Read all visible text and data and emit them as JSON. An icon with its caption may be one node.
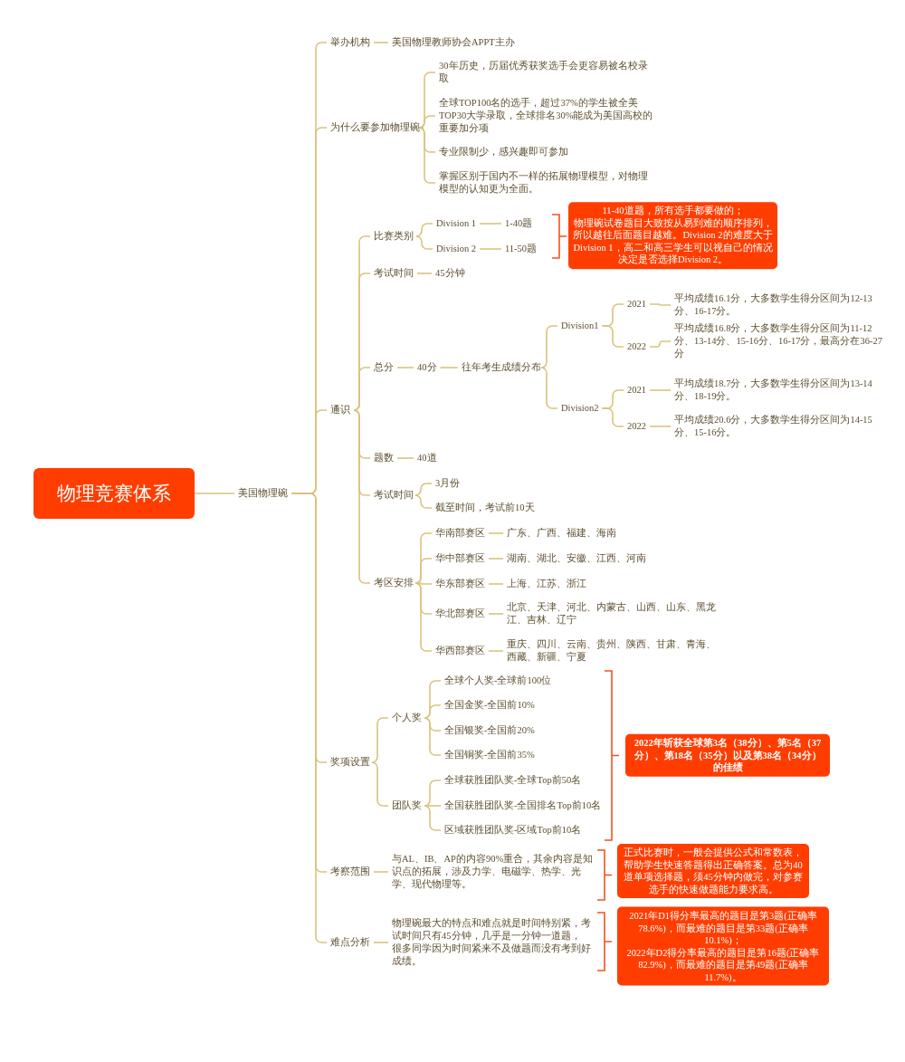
{
  "diagram": {
    "nodes": [
      {
        "text": [
          "物理竞赛体系"
        ]
      },
      {
        "text": [
          "美国物理碗"
        ]
      },
      {
        "text": [
          "举办机构"
        ]
      },
      {
        "text": [
          "美国物理教师协会APPT主办"
        ]
      },
      {
        "text": [
          "为什么要参加物理碗"
        ]
      },
      {
        "text": [
          "30年历史，历届优秀获奖选手会更容易被名校录取"
        ]
      },
      {
        "text": [
          "全球TOP100名的选手，超过37%的学生被全美TOP30大学录取，全球排名30%能成为美国高校的重要加分项"
        ]
      },
      {
        "text": [
          "专业限制少，感兴趣即可参加"
        ]
      },
      {
        "text": [
          "掌握区别于国内不一样的拓展物理模型，对物理模型的认知更为全面。"
        ]
      },
      {
        "text": [
          "通识"
        ]
      },
      {
        "text": [
          "比赛类别"
        ]
      },
      {
        "text": [
          "Division 1"
        ]
      },
      {
        "text": [
          "1-40题"
        ]
      },
      {
        "text": [
          "Division 2"
        ]
      },
      {
        "text": [
          "11-50题"
        ]
      },
      {
        "text": [
          "11-40道题，所有选手都要做的；",
          "物理碗试卷题目大致按从易到难的顺序排列，所以越往后面题目越难。Division 2的难度大于Division 1，高二和高三学生可以视自己的情况决定是否选择Division 2。"
        ]
      },
      {
        "text": [
          "考试时间"
        ]
      },
      {
        "text": [
          "45分钟"
        ]
      },
      {
        "text": [
          "总分"
        ]
      },
      {
        "text": [
          "40分"
        ]
      },
      {
        "text": [
          "往年考生成绩分布"
        ]
      },
      {
        "text": [
          "Division1"
        ]
      },
      {
        "text": [
          "2021"
        ]
      },
      {
        "text": [
          "平均成绩16.1分，大多数学生得分区间为12-13分、16-17分。"
        ]
      },
      {
        "text": [
          "2022"
        ]
      },
      {
        "text": [
          "平均成绩16.8分，大多数学生得分区间为11-12分、13-14分、15-16分、16-17分，最高分在36-27分"
        ]
      },
      {
        "text": [
          "Division2"
        ]
      },
      {
        "text": [
          "2021"
        ]
      },
      {
        "text": [
          "平均成绩18.7分，大多数学生得分区间为13-14分、18-19分。"
        ]
      },
      {
        "text": [
          "2022"
        ]
      },
      {
        "text": [
          "平均成绩20.6分，大多数学生得分区间为14-15分、15-16分。"
        ]
      },
      {
        "text": [
          "题数"
        ]
      },
      {
        "text": [
          "40道"
        ]
      },
      {
        "text": [
          "考试时间"
        ]
      },
      {
        "text": [
          "3月份"
        ]
      },
      {
        "text": [
          "截至时间，考试前10天"
        ]
      },
      {
        "text": [
          "考区安排"
        ]
      },
      {
        "text": [
          "华南部赛区"
        ]
      },
      {
        "text": [
          "广东、广西、福建、海南"
        ]
      },
      {
        "text": [
          "华中部赛区"
        ]
      },
      {
        "text": [
          "湖南、湖北、安徽、江西、河南"
        ]
      },
      {
        "text": [
          "华东部赛区"
        ]
      },
      {
        "text": [
          "上海、江苏、浙江"
        ]
      },
      {
        "text": [
          "华北部赛区"
        ]
      },
      {
        "text": [
          "北京、天津、河北、内蒙古、山西、山东、黑龙江、吉林、辽宁"
        ]
      },
      {
        "text": [
          "华西部赛区"
        ]
      },
      {
        "text": [
          "重庆、四川、云南、贵州、陕西、甘肃、青海、西藏、新疆、宁夏"
        ]
      },
      {
        "text": [
          "奖项设置"
        ]
      },
      {
        "text": [
          "个人奖"
        ]
      },
      {
        "text": [
          "全球个人奖-全球前100位"
        ]
      },
      {
        "text": [
          "全国金奖-全国前10%"
        ]
      },
      {
        "text": [
          "全国银奖-全国前20%"
        ]
      },
      {
        "text": [
          "全国铜奖-全国前35%"
        ]
      },
      {
        "text": [
          "团队奖"
        ]
      },
      {
        "text": [
          "全球获胜团队奖-全球Top前50名"
        ]
      },
      {
        "text": [
          "全国获胜团队奖-全国排名Top前10名"
        ]
      },
      {
        "text": [
          "区域获胜团队奖-区域Top前10名"
        ]
      },
      {
        "text": [
          "2022年斩获全球第3名（38分）、第5名（37分）、第18名（35分）以及第38名（34分）的佳绩"
        ]
      },
      {
        "text": [
          "考察范围"
        ]
      },
      {
        "text": [
          "与AL、IB、AP的内容90%重合，其余内容是知识点的拓展，涉及力学、电磁学、热学、光学、现代物理等。"
        ]
      },
      {
        "text": [
          "正式比赛时，一般会提供公式和常数表，帮助学生快速答题得出正确答案。总为40道单项选择题，须45分钟内做完，对参赛选手的快速做题能力要求高。"
        ]
      },
      {
        "text": [
          "难点分析"
        ]
      },
      {
        "text": [
          "物理碗最大的特点和难点就是时间特别紧，考试时间只有45分钟，几乎是一分钟一道题，",
          "很多同学因为时间紧来不及做题而没有考到好成绩。"
        ]
      },
      {
        "text": [
          "2021年D1得分率最高的题目是第3题(正确率78.6%)，而最难的题目是第33题(正确率10.1%)；",
          "2022年D2得分率最高的题目是第16题(正确率82.9%)，而最难的题目是第49题(正确率11.7%)。"
        ]
      }
    ],
    "edges": [
      {
        "from": 0,
        "to": 1,
        "arrow": "none"
      },
      {
        "from": 1,
        "to": 2,
        "arrow": "none"
      },
      {
        "from": 1,
        "to": 4,
        "arrow": "none"
      },
      {
        "from": 1,
        "to": 9,
        "arrow": "none"
      },
      {
        "from": 1,
        "to": 47,
        "arrow": "none"
      },
      {
        "from": 1,
        "to": 58,
        "arrow": "none"
      },
      {
        "from": 1,
        "to": 61,
        "arrow": "none"
      },
      {
        "from": 2,
        "to": 3,
        "arrow": "none"
      },
      {
        "from": 4,
        "to": 5,
        "arrow": "none"
      },
      {
        "from": 4,
        "to": 6,
        "arrow": "none"
      },
      {
        "from": 4,
        "to": 7,
        "arrow": "none"
      },
      {
        "from": 4,
        "to": 8,
        "arrow": "none"
      },
      {
        "from": 9,
        "to": 10,
        "arrow": "none"
      },
      {
        "from": 9,
        "to": 16,
        "arrow": "none"
      },
      {
        "from": 9,
        "to": 18,
        "arrow": "none"
      },
      {
        "from": 9,
        "to": 31,
        "arrow": "none"
      },
      {
        "from": 9,
        "to": 33,
        "arrow": "none"
      },
      {
        "from": 9,
        "to": 36,
        "arrow": "none"
      },
      {
        "from": 10,
        "to": 11,
        "arrow": "none"
      },
      {
        "from": 10,
        "to": 13,
        "arrow": "none"
      },
      {
        "from": 11,
        "to": 12,
        "arrow": "none"
      },
      {
        "from": 13,
        "to": 14,
        "arrow": "none"
      },
      {
        "from": 16,
        "to": 17,
        "arrow": "none"
      },
      {
        "from": 18,
        "to": 19,
        "arrow": "none"
      },
      {
        "from": 19,
        "to": 20,
        "arrow": "none"
      },
      {
        "from": 20,
        "to": 21,
        "arrow": "none"
      },
      {
        "from": 20,
        "to": 26,
        "arrow": "none"
      },
      {
        "from": 21,
        "to": 22,
        "arrow": "none"
      },
      {
        "from": 21,
        "to": 24,
        "arrow": "none"
      },
      {
        "from": 22,
        "to": 23,
        "arrow": "none"
      },
      {
        "from": 24,
        "to": 25,
        "arrow": "none"
      },
      {
        "from": 26,
        "to": 27,
        "arrow": "none"
      },
      {
        "from": 26,
        "to": 29,
        "arrow": "none"
      },
      {
        "from": 27,
        "to": 28,
        "arrow": "none"
      },
      {
        "from": 29,
        "to": 30,
        "arrow": "none"
      },
      {
        "from": 31,
        "to": 32,
        "arrow": "none"
      },
      {
        "from": 33,
        "to": 34,
        "arrow": "none"
      },
      {
        "from": 33,
        "to": 35,
        "arrow": "none"
      },
      {
        "from": 36,
        "to": 37,
        "arrow": "none"
      },
      {
        "from": 36,
        "to": 39,
        "arrow": "none"
      },
      {
        "from": 36,
        "to": 41,
        "arrow": "none"
      },
      {
        "from": 36,
        "to": 43,
        "arrow": "none"
      },
      {
        "from": 36,
        "to": 45,
        "arrow": "none"
      },
      {
        "from": 37,
        "to": 38,
        "arrow": "none"
      },
      {
        "from": 39,
        "to": 40,
        "arrow": "none"
      },
      {
        "from": 41,
        "to": 42,
        "arrow": "none"
      },
      {
        "from": 43,
        "to": 44,
        "arrow": "none"
      },
      {
        "from": 45,
        "to": 46,
        "arrow": "none"
      },
      {
        "from": 47,
        "to": 48,
        "arrow": "none"
      },
      {
        "from": 47,
        "to": 53,
        "arrow": "none"
      },
      {
        "from": 48,
        "to": 49,
        "arrow": "none"
      },
      {
        "from": 48,
        "to": 50,
        "arrow": "none"
      },
      {
        "from": 48,
        "to": 51,
        "arrow": "none"
      },
      {
        "from": 48,
        "to": 52,
        "arrow": "none"
      },
      {
        "from": 53,
        "to": 54,
        "arrow": "none"
      },
      {
        "from": 53,
        "to": 55,
        "arrow": "none"
      },
      {
        "from": 53,
        "to": 56,
        "arrow": "none"
      },
      {
        "from": 58,
        "to": 59,
        "arrow": "none"
      },
      {
        "from": 61,
        "to": 62,
        "arrow": "none"
      }
    ]
  }
}
